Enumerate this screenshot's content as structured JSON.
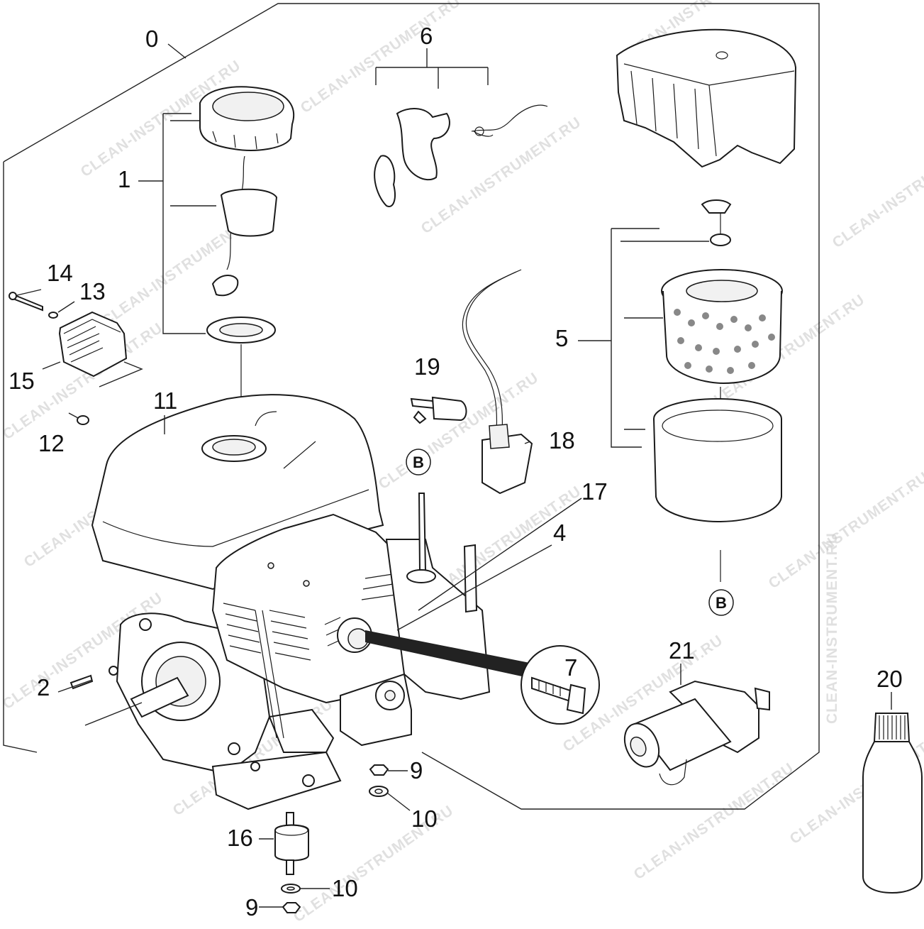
{
  "diagram": {
    "labels": {
      "p0": "0",
      "p1": "1",
      "p2": "2",
      "p4": "4",
      "p5": "5",
      "p6": "6",
      "p7": "7",
      "p9a": "9",
      "p9b": "9",
      "p10a": "10",
      "p10b": "10",
      "p11": "11",
      "p12": "12",
      "p13": "13",
      "p14": "14",
      "p15": "15",
      "p16": "16",
      "p17": "17",
      "p18": "18",
      "p19": "19",
      "p20": "20",
      "p21": "21"
    },
    "callouts": {
      "b_top": "B",
      "b_bottom": "B"
    },
    "watermark": "CLEAN-INSTRUMENT.RU"
  }
}
